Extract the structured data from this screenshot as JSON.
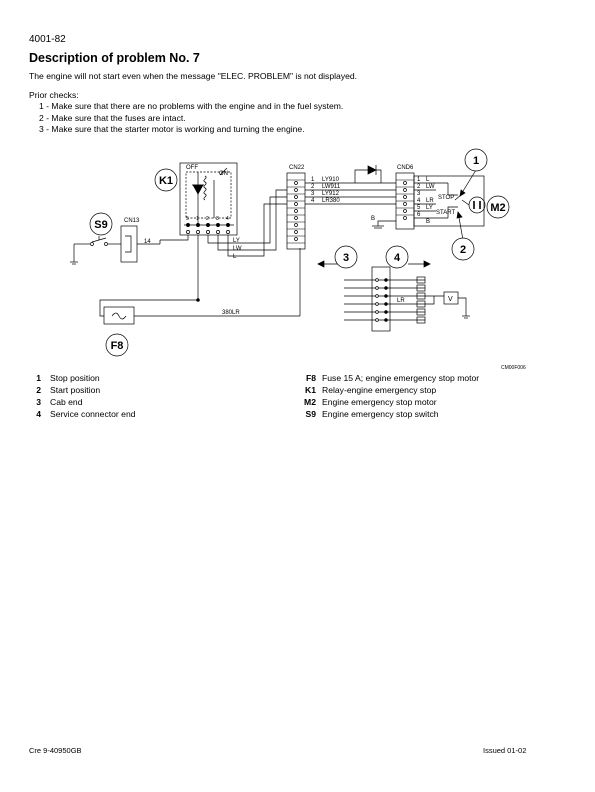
{
  "header": {
    "page_ref": "4001-82"
  },
  "title": "Description of problem No. 7",
  "intro": "The engine will not start even when the message \"ELEC. PROBLEM\" is not displayed.",
  "prior_checks": {
    "heading": "Prior checks:",
    "items": [
      "1 - Make sure that there are no problems with the engine and in the fuel system.",
      "2 - Make sure that the fuses are intact.",
      "3 - Make sure that the starter motor is working and turning the engine."
    ]
  },
  "diagram": {
    "callouts": {
      "c1": "1",
      "c2": "2",
      "c3": "3",
      "c4": "4"
    },
    "components": {
      "k1": "K1",
      "s9": "S9",
      "m2": "M2",
      "f8": "F8"
    },
    "connectors": {
      "cn22": "CN22",
      "cnd6": "CND6",
      "cn13": "CN13"
    },
    "relay": {
      "off": "OFF",
      "on": "ON",
      "pins": [
        "5",
        "1",
        "2",
        "3",
        "4"
      ]
    },
    "wires": {
      "ly910": "LY910",
      "lw911": "LW911",
      "ly912": "LY912",
      "lr380": "LR380",
      "ly": "LY",
      "lw": "LW",
      "l": "L",
      "lr": "LR",
      "b": "B",
      "w14": "14",
      "lr380b": "380LR"
    },
    "cn22_pins": [
      "1",
      "2",
      "3",
      "4"
    ],
    "cnd6_pins": [
      "1",
      "2",
      "3",
      "4",
      "5",
      "6"
    ],
    "cnd6_wires": [
      "L",
      "LW",
      "",
      "LR",
      "LY",
      "B"
    ],
    "motor": {
      "stop": "STOP",
      "start": "START"
    },
    "meter": "V",
    "figure_ref": "CM00F006"
  },
  "legend": {
    "left": [
      {
        "key": "1",
        "text": "Stop position"
      },
      {
        "key": "2",
        "text": "Start position"
      },
      {
        "key": "3",
        "text": "Cab end"
      },
      {
        "key": "4",
        "text": "Service connector end"
      }
    ],
    "right": [
      {
        "key": "F8",
        "text": "Fuse 15 A; engine emergency stop motor"
      },
      {
        "key": "K1",
        "text": "Relay-engine emergency stop"
      },
      {
        "key": "M2",
        "text": "Engine emergency stop motor"
      },
      {
        "key": "S9",
        "text": "Engine emergency stop switch"
      }
    ]
  },
  "footer": {
    "doc_ref": "Cre  9-40950GB",
    "issued": "Issued 01-02"
  }
}
